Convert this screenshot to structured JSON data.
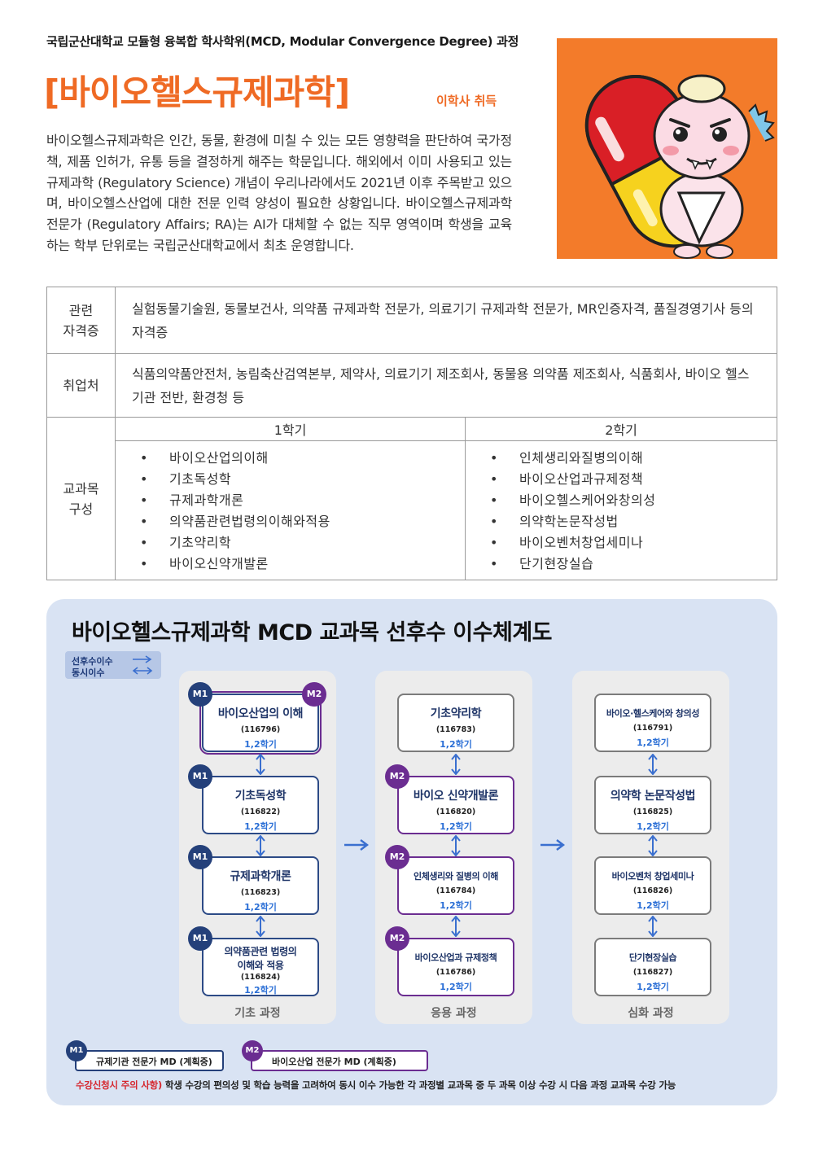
{
  "header": {
    "program_line": "국립군산대학교 모듈형 융복합 학사학위(MCD, Modular Convergence Degree) 과정",
    "title": "[바이오헬스규제과학]",
    "degree_tag": "이학사 취득"
  },
  "intro": {
    "text": "바이오헬스규제과학은 인간, 동물, 환경에 미칠 수 있는 모든 영향력을 판단하여 국가정책, 제품 인허가, 유통 등을 결정하게 해주는 학문입니다. 해외에서 이미 사용되고 있는 규제과학 (Regulatory Science) 개념이 우리나라에서도 2021년 이후 주목받고 있으며, 바이오헬스산업에 대한 전문 인력 양성이 필요한 상황입니다. 바이오헬스규제과학 전문가 (Regulatory Affairs; RA)는 AI가 대체할 수 없는 직무 영역이며 학생을 교육하는 학부 단위로는 국립군산대학교에서 최초 운영합니다."
  },
  "table": {
    "cert_label_1": "관련",
    "cert_label_2": "자격증",
    "cert_text": "실험동물기술원, 동물보건사, 의약품 규제과학 전문가, 의료기기 규제과학 전문가, MR인증자격, 품질경영기사 등의 자격증",
    "job_label": "취업처",
    "job_text": "식품의약품안전처, 농림축산검역본부, 제약사, 의료기기 제조회사, 동물용 의약품 제조회사, 식품회사, 바이오 헬스 기관 전반, 환경청 등",
    "curr_label_1": "교과목",
    "curr_label_2": "구성",
    "sem1_label": "1학기",
    "sem2_label": "2학기",
    "sem1_courses": [
      "바이오산업의이해",
      "기초독성학",
      "규제과학개론",
      "의약품관련법령의이해와적용",
      "기초약리학",
      "바이오신약개발론"
    ],
    "sem2_courses": [
      "인체생리와질병의이해",
      "바이오산업과규제정책",
      "바이오헬스케어와창의성",
      "의약학논문작성법",
      "바이오벤처창업세미나",
      "단기현장실습"
    ]
  },
  "flow": {
    "title": "바이오헬스규제과학 MCD 교과목 선후수 이수체계도",
    "legend_prereq": "선후수이수",
    "legend_concurrent": "동시이수",
    "badge_m1": "M1",
    "badge_m2": "M2",
    "sem_text": "1,2학기",
    "stage_basic": "기초 과정",
    "stage_applied": "응용 과정",
    "stage_advanced": "심화 과정",
    "basic": [
      {
        "name": "바이오산업의 이해",
        "code": "(116796)"
      },
      {
        "name": "기초독성학",
        "code": "(116822)"
      },
      {
        "name": "규제과학개론",
        "code": "(116823)"
      },
      {
        "name_1": "의약품관련 법령의",
        "name_2": "이해와 적용",
        "code": "(116824)"
      }
    ],
    "applied": [
      {
        "name": "기초약리학",
        "code": "(116783)"
      },
      {
        "name": "바이오 신약개발론",
        "code": "(116820)"
      },
      {
        "name": "인체생리와 질병의 이해",
        "code": "(116784)"
      },
      {
        "name": "바이오산업과 규제정책",
        "code": "(116786)"
      }
    ],
    "advanced": [
      {
        "name": "바이오·헬스케어와 창의성",
        "code": "(116791)"
      },
      {
        "name": "의약학 논문작성법",
        "code": "(116825)"
      },
      {
        "name": "바이오벤처 창업세미나",
        "code": "(116826)"
      },
      {
        "name": "단기현장실습",
        "code": "(116827)"
      }
    ],
    "legend_m1_text": "규제기관 전문가 MD (계획중)",
    "legend_m2_text": "바이오산업 전문가 MD (계획중)",
    "note_label": "수강신청시 주의 사항)",
    "note_text": "학생 수강의 편의성 및 학습 능력을 고려하여 동시 이수 가능한 각 과정별 교과목 중 두 과목 이상 수강 시 다음 과정 교과목 수강 가능",
    "colors": {
      "orange": "#ef6a24",
      "navy": "#24407a",
      "purple": "#6b2d91",
      "blue": "#2b6fd6",
      "panel": "#d9e3f3"
    }
  }
}
